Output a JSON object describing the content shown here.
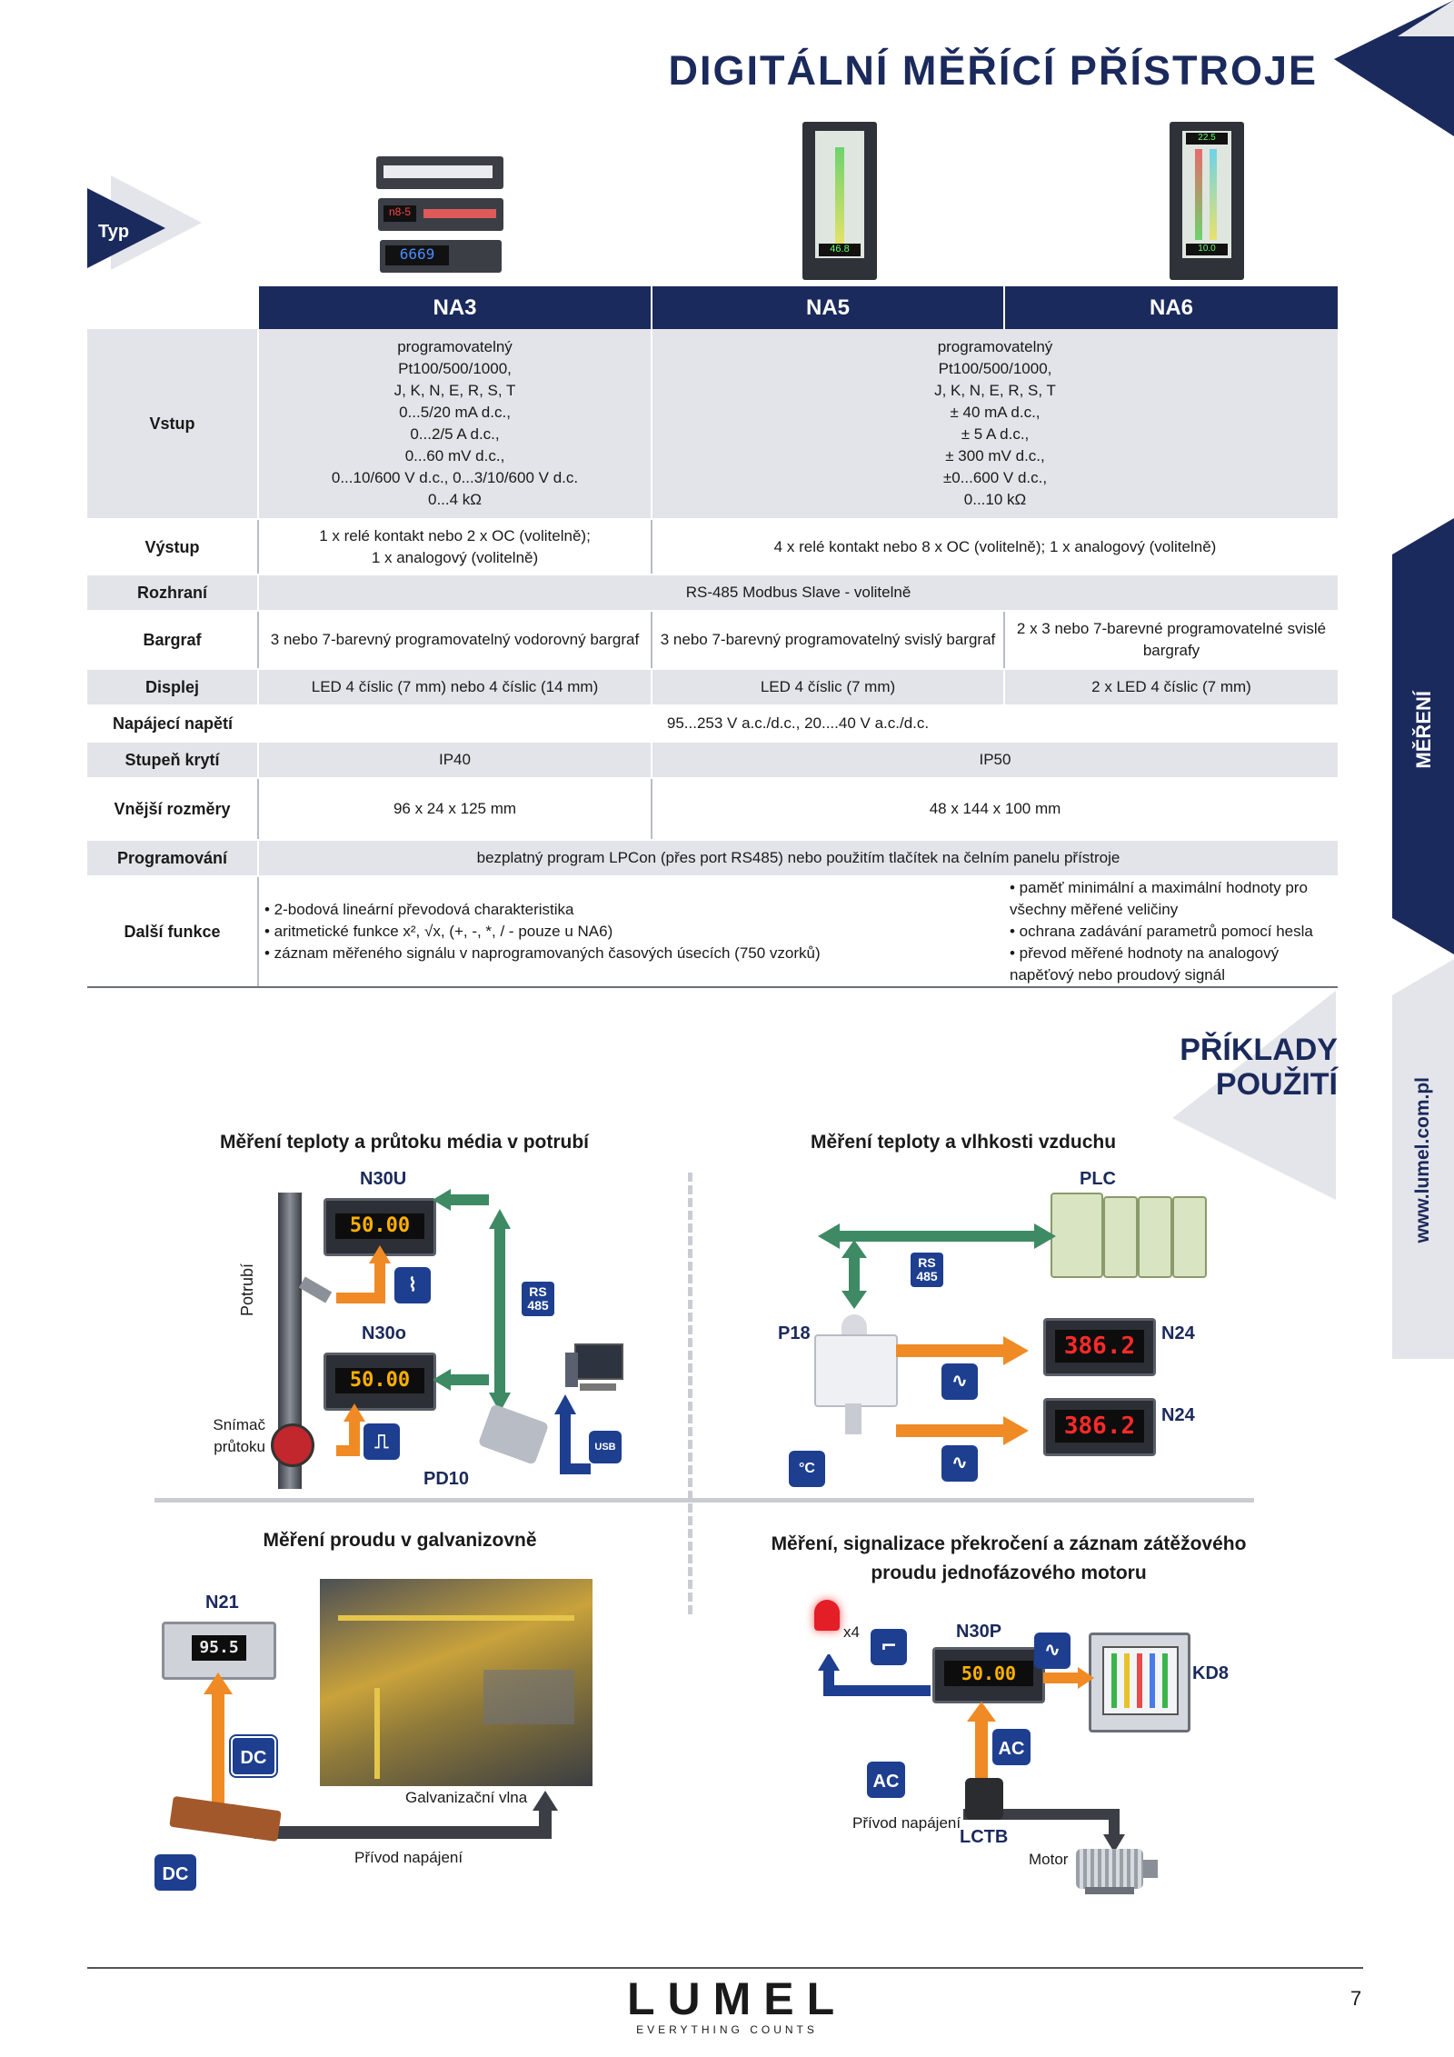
{
  "header": {
    "title": "DIGITÁLNÍ MĚŘÍCÍ PŘÍSTROJE",
    "type_label": "Typ"
  },
  "table": {
    "models": [
      "NA3",
      "NA5",
      "NA6"
    ],
    "rows": {
      "vstup": {
        "label": "Vstup",
        "na3": [
          "programovatelný",
          "Pt100/500/1000,",
          "J, K, N, E, R, S, T",
          "0...5/20 mA d.c.,",
          "0...2/5 A d.c.,",
          "0...60 mV d.c.,",
          "0...10/600 V d.c., 0...3/10/600 V d.c.",
          "0...4 kΩ"
        ],
        "na56": [
          "programovatelný",
          "Pt100/500/1000,",
          "J, K, N, E, R, S, T",
          "± 40 mA d.c.,",
          "± 5 A d.c.,",
          "± 300 mV d.c.,",
          "±0...600 V d.c.,",
          "0...10 kΩ"
        ]
      },
      "vystup": {
        "label": "Výstup",
        "na3": [
          "1 x relé kontakt nebo 2 x OC (volitelně);",
          "1 x analogový (volitelně)"
        ],
        "na56": "4 x relé kontakt nebo 8 x OC (volitelně); 1 x analogový (volitelně)"
      },
      "rozhrani": {
        "label": "Rozhraní",
        "all": "RS-485 Modbus Slave - volitelně"
      },
      "bargraf": {
        "label": "Bargraf",
        "na3": "3 nebo 7-barevný  programovatelný vodorovný bargraf",
        "na5": "3 nebo 7-barevný programovatelný svislý bargraf",
        "na6": [
          "2 x 3 nebo 7-barevné programovatelné svislé",
          "bargrafy"
        ]
      },
      "displej": {
        "label": "Displej",
        "na3": "LED 4 číslic (7 mm) nebo 4 číslic (14 mm)",
        "na5": "LED 4 číslic (7 mm)",
        "na6": "2 x LED  4 číslic (7 mm)"
      },
      "napajeci": {
        "label": "Napájecí napětí",
        "all": "95...253 V a.c./d.c., 20....40 V a.c./d.c."
      },
      "kryti": {
        "label": "Stupeň krytí",
        "na3": "IP40",
        "na56": "IP50"
      },
      "rozmery": {
        "label": "Vnější rozměry",
        "na3": "96 x 24 x 125 mm",
        "na56": "48 x 144 x 100 mm"
      },
      "programovani": {
        "label": "Programování",
        "all": "bezplatný program LPCon (přes port RS485)  nebo použitím tlačítek na čelním panelu přístroje"
      },
      "dalsi": {
        "label": "Další funkce",
        "left": [
          "• 2-bodová lineární převodová charakteristika",
          "• aritmetické funkce  x², √x, (+, -, *, /  - pouze u NA6)",
          "• záznam měřeného signálu v naprogramovaných časových úsecích (750 vzorků)"
        ],
        "right": [
          "• paměť minimální a maximální hodnoty pro všechny měřené veličiny",
          "• ochrana zadávání parametrů pomocí hesla",
          "•  převod měřené hodnoty na analogový napěťový nebo proudový signál"
        ]
      }
    }
  },
  "side_tabs": {
    "merení": "MĚŘENÍ",
    "url": "www.lumel.com.pl"
  },
  "examples": {
    "heading": [
      "PŘÍKLADY",
      "POUŽITÍ"
    ],
    "ex1": {
      "title": "Měření teploty a průtoku média v potrubí",
      "n30u": "N30U",
      "n30o": "N30o",
      "pd10": "PD10",
      "potrubi": "Potrubí",
      "snimac": [
        "Snímač",
        "průtoku"
      ],
      "rs": [
        "RS",
        "485"
      ],
      "usb": "USB",
      "display1": "50.00",
      "display2": "50.00"
    },
    "ex2": {
      "title": "Měření teploty a vlhkosti vzduchu",
      "plc": "PLC",
      "p18": "P18",
      "n24a": "N24",
      "n24b": "N24",
      "rs": [
        "RS",
        "485"
      ],
      "display1": "386.2",
      "display2": "386.2",
      "unit": "°C"
    },
    "ex3": {
      "title": "Měření proudu v galvanizovně",
      "n21": "N21",
      "galv": "Galvanizační vlna",
      "privod": "Přívod napájení",
      "dc": "DC",
      "display": "95.5"
    },
    "ex4": {
      "title": [
        "Měření, signalizace překročení a záznam zátěžového",
        "proudu jednofázového motoru"
      ],
      "n30p": "N30P",
      "kd8": "KD8",
      "x4": "x4",
      "ac": "AC",
      "privod": "Přívod napájení",
      "lctb": "LCTB",
      "motor": "Motor",
      "display": "50.00"
    }
  },
  "footer": {
    "brand": "LUMEL",
    "tagline": "EVERYTHING COUNTS",
    "page": "7"
  }
}
